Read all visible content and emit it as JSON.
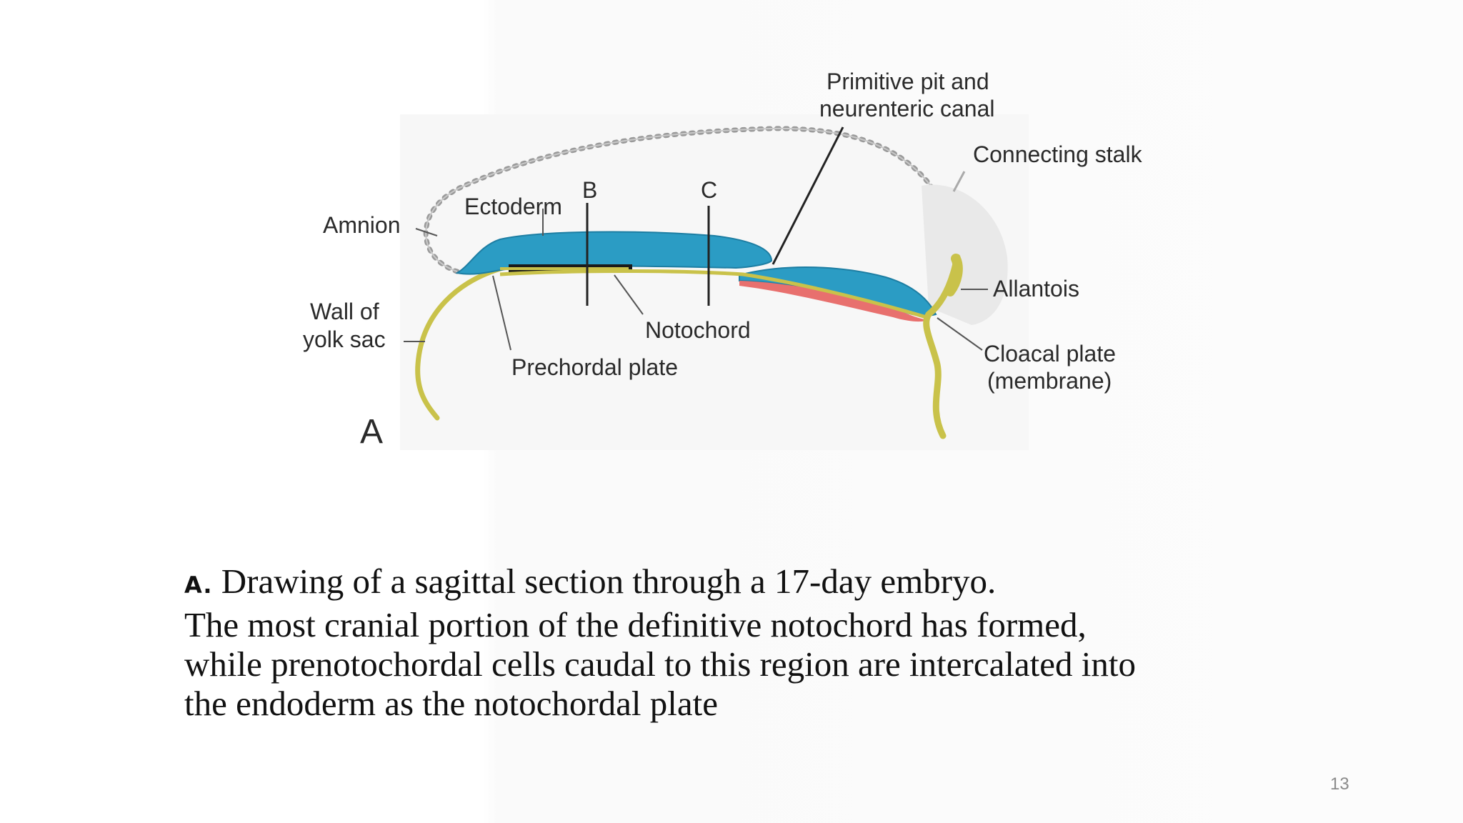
{
  "figure": {
    "panel_letter": "A",
    "labels": {
      "primitive_pit_line1": "Primitive pit and",
      "primitive_pit_line2": "neurenteric canal",
      "connecting_stalk": "Connecting stalk",
      "section_b": "B",
      "section_c": "C",
      "ectoderm": "Ectoderm",
      "amnion": "Amnion",
      "wall_yolk_line1": "Wall of",
      "wall_yolk_line2": "yolk sac",
      "allantois": "Allantois",
      "notochord": "Notochord",
      "cloacal_line1": "Cloacal plate",
      "cloacal_line2": "(membrane)",
      "prechordal_plate": "Prechordal plate"
    },
    "colors": {
      "ectoderm": "#2b9cc4",
      "mesoderm": "#e8706e",
      "yolk_sac": "#c9c24a",
      "notochord": "#1a1a1a",
      "amnion": "#9a9a9a"
    }
  },
  "caption": {
    "lead": "A.",
    "line1": " Drawing of a sagittal section through a 17-day embryo.",
    "line2": "The most cranial portion of the definitive notochord has formed,",
    "line3": "while prenotochordal cells caudal to this region are intercalated into",
    "line4": "the endoderm as the notochordal plate"
  },
  "slide_number": "13"
}
